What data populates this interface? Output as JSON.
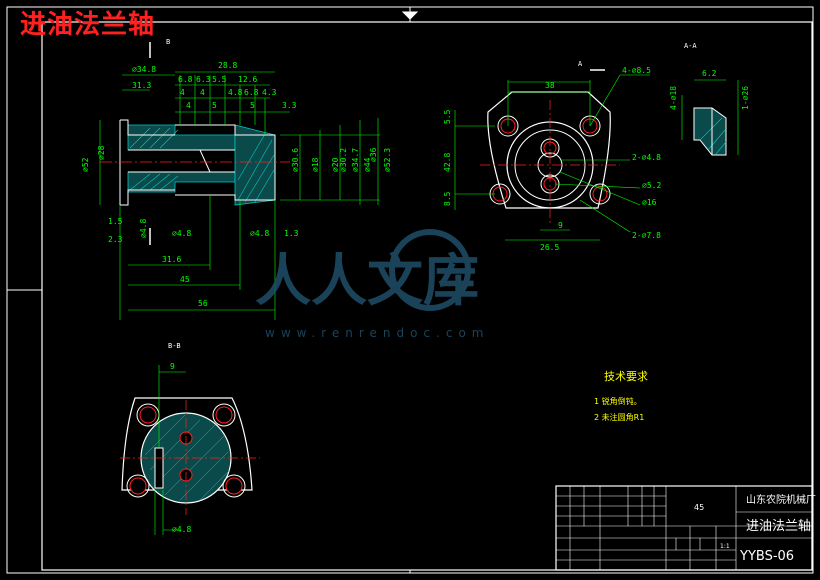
{
  "title": "进油法兰轴",
  "views": {
    "section_b_label": "B",
    "section_a_label": "A",
    "view_aa_label": "A-A",
    "view_bb_label": "B-B"
  },
  "dimensions": {
    "front": [
      "⌀34.8",
      "31.3",
      "28.8",
      "6.8",
      "6.3",
      "5.5",
      "12.6",
      "4",
      "4",
      "4.8",
      "6.8",
      "4.3",
      "4",
      "5",
      "5",
      "3.3",
      "⌀28",
      "⌀30.6",
      "⌀18",
      "⌀20",
      "⌀30.2",
      "⌀34.7",
      "⌀44",
      "⌀36",
      "⌀52",
      "⌀52.3",
      "1.5",
      "2.3",
      "⌀4.8",
      "⌀4.8",
      "⌀4.8",
      "1.3",
      "31.6",
      "45",
      "56"
    ],
    "side": [
      "38",
      "5.5",
      "42.8",
      "8.5",
      "9",
      "26.5",
      "4-⌀8.5",
      "2-⌀4.8",
      "⌀5.2",
      "⌀16",
      "2-⌀7.8"
    ],
    "view_aa": [
      "6.2",
      "4-⌀18",
      "1-⌀26"
    ],
    "view_bb": [
      "9",
      "⌀4.8"
    ]
  },
  "tech_requirements": {
    "heading": "技术要求",
    "items": [
      "1  锐角倒钝。",
      "2  未注圆角R1"
    ]
  },
  "title_block": {
    "material": "45",
    "company": "山东农院机械厂",
    "part_name": "进油法兰轴",
    "scale": "1:1",
    "drawing_no": "YYBS-06"
  },
  "watermark": {
    "text": "人人文库",
    "url": "www.renrendoc.com"
  },
  "colors": {
    "background": "#000000",
    "outline": "#ffffff",
    "dimension": "#00ff00",
    "hatch": "#00c8c8",
    "center": "#ff2020",
    "hole": "#ff2020",
    "tech_text": "#ffff00",
    "title": "#ff2020"
  }
}
